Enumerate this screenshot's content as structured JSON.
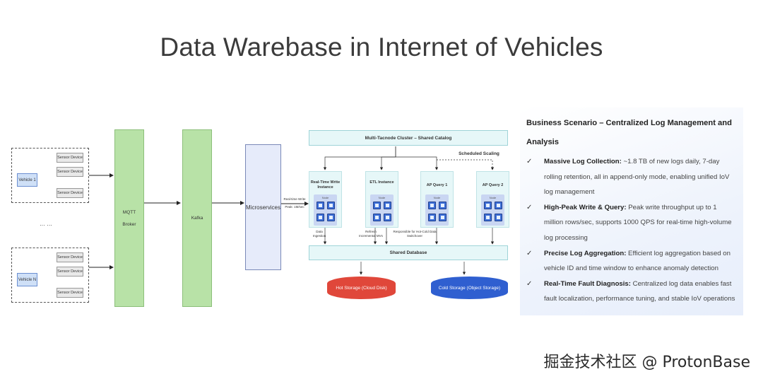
{
  "title": "Data Warebase in Internet of Vehicles",
  "diagram": {
    "vehicle_1": "Vehicle 1",
    "vehicle_n": "Vehicle N",
    "sensor": "Sensor Device",
    "ellipsis": "… …",
    "mqtt": "MQTT",
    "broker": "Broker",
    "kafka": "Kafka",
    "microservices": "Microservices",
    "rate_label": "Real-time Write",
    "peak_label": "Peak: 1M/sec",
    "cluster": "Multi-Tacnode Cluster – Shared Catalog",
    "scheduled_scaling": "Scheduled Scaling",
    "instances": [
      {
        "label": "Real-Time Write Instance"
      },
      {
        "label": "ETL Instance"
      },
      {
        "label": "AP Query 1"
      },
      {
        "label": "AP Query 2"
      }
    ],
    "chip_caption": "Node",
    "data_ingestion": "Data Ingestion",
    "refresh": "Refresh Incremental MVs",
    "responsible": "Responsible for Hot-Cold Data Switchover",
    "shared_database": "Shared Database",
    "hot_storage": "Hot Storage (Cloud Disk)",
    "cold_storage": "Cold Storage (Object Storage)"
  },
  "panel": {
    "heading": "Business Scenario – Centralized Log Management and Analysis",
    "items": [
      {
        "name": "Massive Log Collection:",
        "text": " ~1.8 TB of new logs daily, 7-day rolling retention, all in append-only mode, enabling unified IoV log management"
      },
      {
        "name": "High-Peak Write & Query:",
        "text": " Peak write throughput up to 1 million rows/sec, supports 1000 QPS for real-time high-volume log processing"
      },
      {
        "name": "Precise Log Aggregation:",
        "text": " Efficient log aggregation based on vehicle ID and time window to enhance anomaly detection"
      },
      {
        "name": "Real-Time Fault Diagnosis:",
        "text": " Centralized log data enables fast fault localization, performance tuning, and stable IoV operations"
      }
    ]
  },
  "watermark": "掘金技术社区 @ ProtonBase"
}
